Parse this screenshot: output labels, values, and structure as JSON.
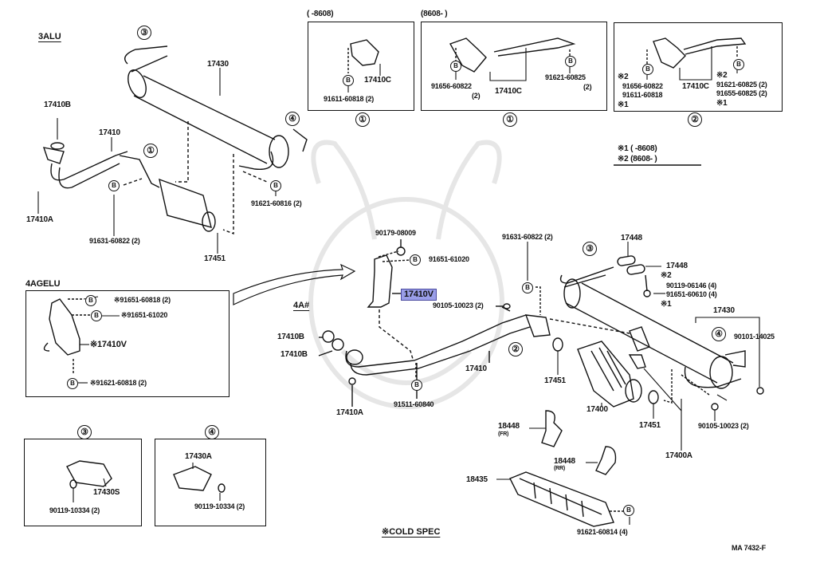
{
  "diagram": {
    "reference": "MA 7432-F",
    "footnote": "※COLD SPEC",
    "legend": {
      "mark1": "※1 (      -8608)",
      "mark2": "※2 (8608-      )"
    },
    "highlighted_part": "17410V"
  },
  "sections": {
    "alu3": {
      "title": "3ALU",
      "labels": {
        "muffler": "17430",
        "gasket_top": "17410B",
        "front_pipe": "17410",
        "nut": "17410A",
        "bolt_front": "91631-60822 (2)",
        "bolt_rear": "91621-60816 (2)",
        "gasket_ring": "17451"
      },
      "callouts": [
        "③",
        "④",
        "①"
      ]
    },
    "agelu4": {
      "title": "4AGELU",
      "labels": {
        "bolt_a": "※91651-60818 (2)",
        "bolt_b": "※91651-61020",
        "bracket": "※17410V",
        "bolt_c": "※91621-60818 (2)"
      }
    },
    "a4": {
      "title": "4A#",
      "labels": {
        "nut_top": "90179-08009",
        "bolt_bracket": "91651-61020",
        "bracket": "17410V",
        "bolt_pipe": "90105-10023 (2)",
        "bolt_front": "91631-60822 (2)",
        "gasket1": "17410B",
        "gasket2": "17410B",
        "front_pipe": "17410",
        "nut": "17410A",
        "bolt_bottom": "91511-60840",
        "hanger1": "17448",
        "hanger2": "17448",
        "mark2": "※2",
        "bolt_hanger1": "90119-06146 (4)",
        "bolt_hanger2": "91651-60610 (4)",
        "mark1": "※1",
        "muffler": "17430",
        "bolt_tail": "90101-14025",
        "gasket_ring1": "17451",
        "gasket_ring2": "17451",
        "converter": "17400",
        "converter_bracket": "17400A",
        "bolt_rear": "90105-10023 (2)",
        "bracket_fr": "18448",
        "bracket_fr_sub": "(FR)",
        "bracket_rr": "18448",
        "bracket_rr_sub": "(RR)",
        "heat_shield": "18435",
        "bolt_shield": "91621-60814 (4)"
      },
      "callouts": [
        "③",
        "④",
        "②"
      ]
    },
    "inset1_early": {
      "period": "(      -8608)",
      "callout": "①",
      "labels": {
        "part": "17410C",
        "bolt": "91611-60818 (2)"
      }
    },
    "inset1_late": {
      "period": "(8608-      )",
      "callout": "①",
      "labels": {
        "part": "17410C",
        "bolt_a": "91656-60822",
        "bolt_a_qty": "(2)",
        "bolt_b": "91621-60825",
        "bolt_b_qty": "(2)"
      }
    },
    "inset2": {
      "callout": "②",
      "labels": {
        "part": "17410C",
        "mark2_left": "※2",
        "bolt_a": "91656-60822",
        "bolt_b": "91611-60818",
        "mark1_left": "※1",
        "mark2_right": "※2",
        "bolt_c": "91621-60825 (2)",
        "bolt_d": "91655-60825 (2)",
        "mark1_right": "※1"
      }
    },
    "inset3": {
      "callout": "③",
      "labels": {
        "part": "17430S",
        "bolt": "90119-10334 (2)"
      }
    },
    "inset4": {
      "callout": "④",
      "labels": {
        "part": "17430A",
        "bolt": "90119-10334 (2)"
      }
    },
    "bolt_marker": "B"
  }
}
